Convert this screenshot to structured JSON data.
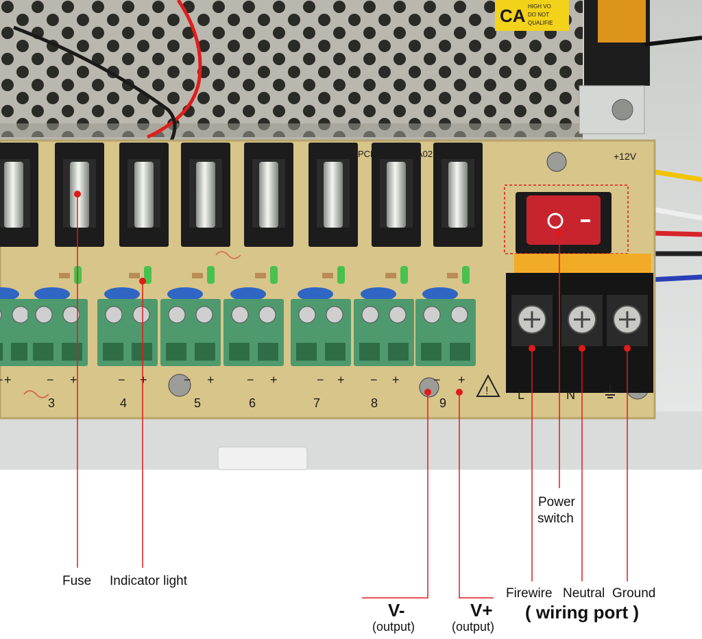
{
  "photo": {
    "description_hidden": "",
    "board_colors": {
      "pcb": "#d8c58a",
      "terminal": "#4e9a6e",
      "fuse_holder": "#1c1c1c",
      "switch": "#c8242e",
      "barrier": "#151515",
      "cover": "#f4a81d",
      "callout": "#e01a1a"
    },
    "pcb_print": {
      "model": "PCB-",
      "model_suffix": "A02",
      "voltage": "+12V",
      "channel_numbers": [
        "3",
        "4",
        "5",
        "6",
        "7",
        "8",
        "9"
      ],
      "polarity_minus": "−",
      "polarity_plus": "+",
      "mains_letters": [
        "L",
        "N"
      ],
      "warning_mark": "!",
      "caution_label": "CA",
      "caution_small": [
        "HIGH VO",
        "DO NOT",
        "QUALIFIE"
      ]
    }
  },
  "labels": {
    "fuse": "Fuse",
    "indicator_light": "Indicator light",
    "power_switch_line1": "Power",
    "power_switch_line2": "switch",
    "firewire": "Firewire",
    "neutral": "Neutral",
    "ground": "Ground",
    "wiring_port": "( wiring port )",
    "v_minus": "V-",
    "v_minus_sub": "(output)",
    "v_plus": "V+",
    "v_plus_sub": "(output)"
  }
}
